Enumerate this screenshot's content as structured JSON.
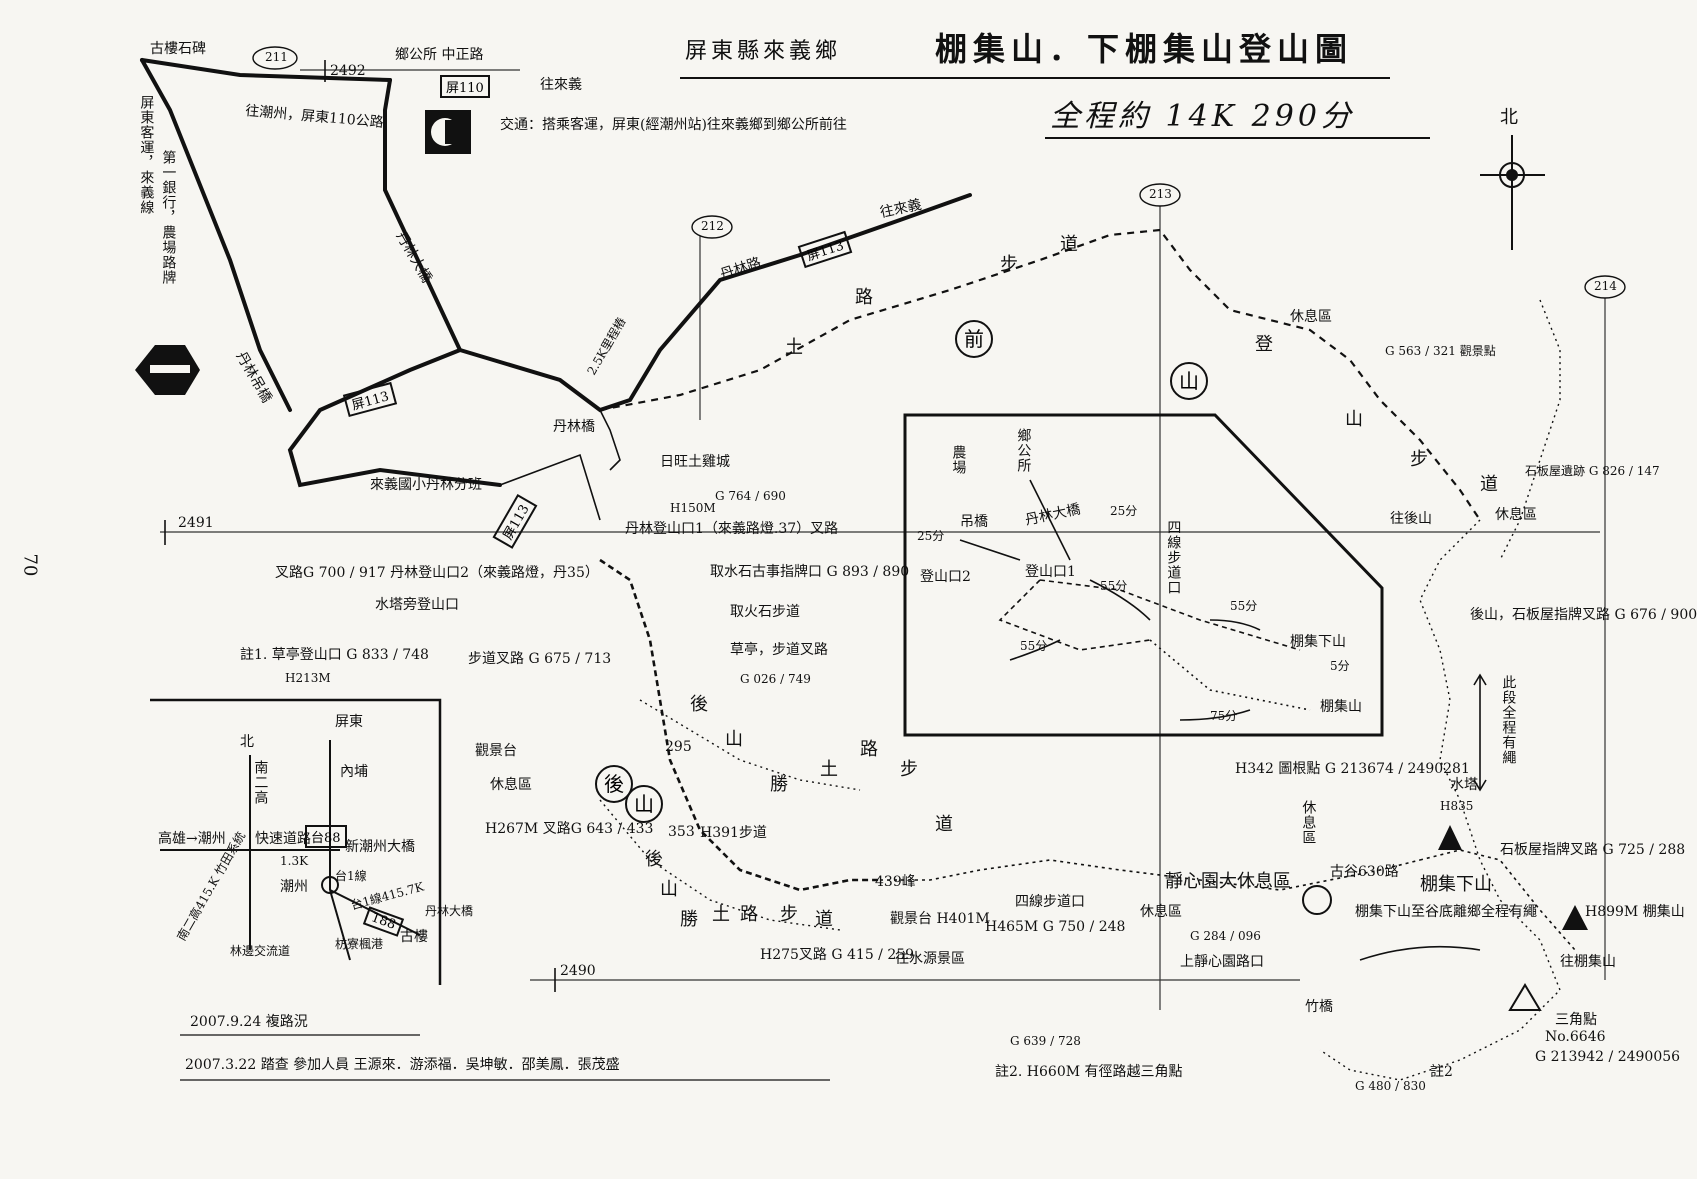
{
  "title": {
    "county": "屏東縣來義鄉",
    "main": "棚集山．下棚集山登山圖",
    "total": "全程約 14K 290分"
  },
  "transport": "交通：搭乘客運，屏東(經潮州站)往來義鄉到鄉公所前往",
  "compass": "北",
  "page_number": "70",
  "grid_labels": [
    "211",
    "212",
    "213",
    "214",
    "2491",
    "2490",
    "2492"
  ],
  "roads": {
    "pingdong_110": "往潮州，屏東110公路",
    "route_113_a": "屏113",
    "route_113_b": "屏113",
    "route_113_c": "屏113",
    "route_110": "屏110",
    "danlin_road": "丹林路",
    "danlin_bridge": "丹林大橋",
    "danlin_bridge2": "丹林吊橋",
    "to_laiyi_1": "往來義",
    "to_laiyi_2": "往來義",
    "zhongzheng_rd": "鄉公所 中正路",
    "gulou": "古樓石碑",
    "first_bank": "第一銀行，農場路牌",
    "laiyi_line": "屏東客運，來義線",
    "mark_25k": "2.5K里程樁",
    "bridge_danlin": "丹林橋"
  },
  "landmarks": {
    "school": "來義國小丹林分班",
    "chicken_farm": "日旺土雞城",
    "trailhead1": "丹林登山口1（來義路燈.37）叉路",
    "trailhead1_h": "H150M",
    "trailhead1_g": "G 764 / 690",
    "trailhead2": "叉路G 700 / 917 丹林登山口2（來義路燈，丹35）",
    "water_tank": "水塔旁登山口",
    "stone_sign": "取水石古事指牌口 G 893 / 890",
    "stone_trail": "取火石步道",
    "cao_note": "註1. 草亭登山口 G 833 / 748",
    "cao_h": "H213M",
    "fork_pavilion": "草亭，步道叉路",
    "fork_pavilion_g": "G 026 / 749",
    "trail_fork": "步道叉路 G 675 / 713",
    "viewpoint": "觀景台",
    "rest_area": "休息區",
    "h267": "H267M 叉路G 643 / 433",
    "ridge_391": "H391步道",
    "peak_439": "439峰",
    "peak_295": "295",
    "peak_353": "353",
    "view_h401": "觀景台 H401M",
    "h465": "H465M G 750 / 248",
    "siyuan_trail": "四線步道口",
    "h275": "H275叉路 G 415 / 259",
    "to_shuimen": "往水源景區",
    "jingxin": "靜心園大休息區",
    "jingxin_road": "上靜心園路口",
    "jingxin_g": "G 284 / 096",
    "gu_630": "古谷630路",
    "bench": "H342 圖根點 G 213674 / 2490281",
    "h835": "H835",
    "xia_peak": "棚集下山",
    "stone_fork": "石板屋指牌叉路 G 725 / 288",
    "peak": "H899M 棚集山",
    "to_peak": "往棚集山",
    "triangle": "三角點",
    "tri_no": "No.6646",
    "tri_g": "G 213942 / 2490056",
    "zhuqiao": "竹橋",
    "note2": "註2. H660M 有徑路越三角點",
    "note2_g": "G 639 / 728",
    "g480": "G 480 / 830",
    "note2_mark": "註2",
    "full_trail": "棚集下山至谷底離鄉全程有繩",
    "rest_upper": "休息區",
    "g563": "G 563 / 321 觀景點",
    "stone_house": "石板屋遺跡 G 826 / 147",
    "to_houshan": "往後山",
    "rest_right": "休息區",
    "stone_sign_fork": "後山，石板屋指牌叉路 G 676 / 900",
    "rope_note": "此段全程有繩",
    "water_tower": "水塔",
    "rest_mid": "休息區",
    "rest_right2": "休息區"
  },
  "trails": {
    "front_dirt_road": [
      "土",
      "路",
      "步",
      "道"
    ],
    "front_mountain": "前",
    "mountain": "山",
    "back_mountain": "後",
    "back_mountain_shan": "山",
    "houshan_road": [
      "後",
      "山",
      "勝",
      "土",
      "路",
      "步",
      "道"
    ],
    "houshan_lower": [
      "後",
      "山",
      "勝",
      "土",
      "路",
      "步",
      "道"
    ],
    "deng_shan": [
      "登",
      "山",
      "步",
      "道"
    ]
  },
  "inset_main": {
    "farm": "農場",
    "township": "鄉公所",
    "bridge": "丹林大橋",
    "diaoqiao": "吊橋",
    "t25a": "25分",
    "t25b": "25分",
    "trailhead1": "登山口1",
    "trailhead2": "登山口2",
    "t55a": "55分",
    "t55b": "55分",
    "t55c": "55分",
    "siyuan": "四線步道口",
    "xia": "棚集下山",
    "t5": "5分",
    "t75": "75分",
    "peak": "棚集山"
  },
  "inset_location": {
    "north": "北",
    "south_two": "南二高",
    "pingdong": "屏東",
    "neipu": "內埔",
    "kaohsiung": "高雄→潮州",
    "expressway": "快速道路",
    "km13": "1.3K",
    "xin_chaozhou": "新潮州大橋",
    "chaozhou": "潮州",
    "taiyi_185": "台1線415.7K",
    "south_two_left": "南二高415.K 竹田系統",
    "fang_liao": "枋寮楓港",
    "gulou": "古樓",
    "danlin": "丹林大橋",
    "expressway2": "林邊交流道",
    "route88": "台88",
    "route": "台1線",
    "route_box": "188"
  },
  "dates": {
    "recheck": "2007.9.24 複路況",
    "survey": "2007.3.22 踏查  參加人員  王源來．游添福．吳坤敏．邵美鳳．張茂盛"
  }
}
